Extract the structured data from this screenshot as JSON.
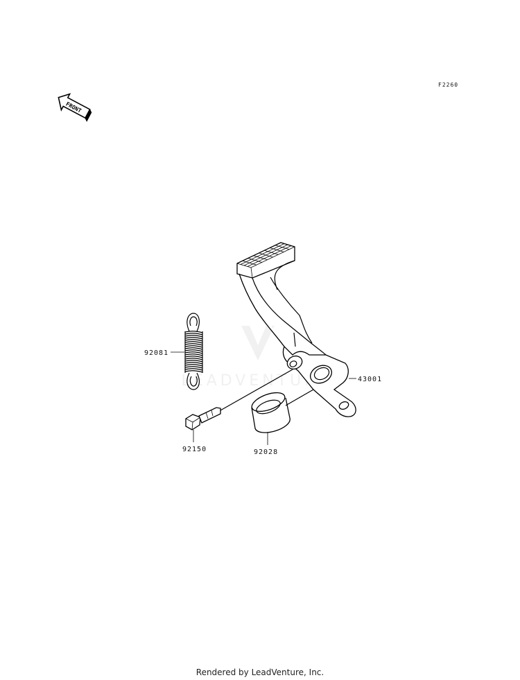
{
  "diagram": {
    "code": "F2260",
    "front_arrow_text": "FRONT",
    "watermark_text": "LEADVENTURE",
    "parts": [
      {
        "number": "92081"
      },
      {
        "number": "43001"
      },
      {
        "number": "92150"
      },
      {
        "number": "92028"
      }
    ]
  },
  "footer": {
    "text": "Rendered by LeadVenture, Inc."
  }
}
